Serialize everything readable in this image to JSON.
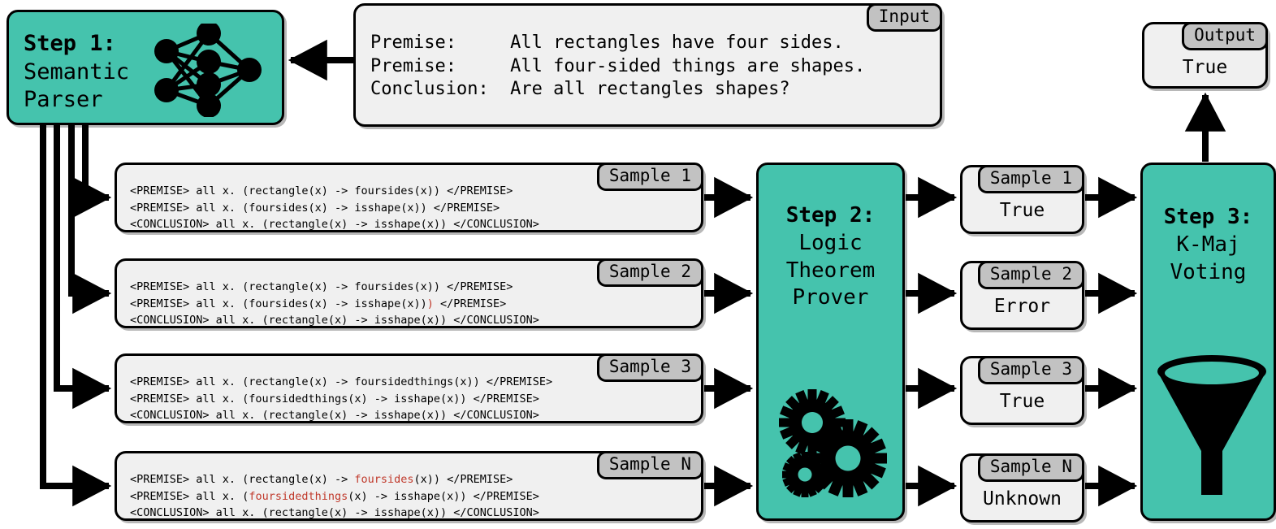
{
  "palette": {
    "teal": "#45c3ad",
    "tab_gray": "#c2c2c2",
    "box_light": "#f0f0f0",
    "stroke": "#000000",
    "error_red": "#c0392b"
  },
  "steps": {
    "step1": {
      "label_bold": "Step 1:",
      "label_rest": "Semantic\nParser",
      "icon": "neural-network-icon"
    },
    "step2": {
      "label_bold": "Step 2:",
      "label_rest": "Logic\nTheorem\nProver",
      "icon": "gears-icon"
    },
    "step3": {
      "label_bold": "Step 3:",
      "label_rest": "K-Maj\nVoting",
      "icon": "funnel-icon"
    }
  },
  "input": {
    "tab": "Input",
    "lines": "Premise:     All rectangles have four sides.\nPremise:     All four-sided things are shapes.\nConclusion:  Are all rectangles shapes?"
  },
  "output": {
    "tab": "Output",
    "value": "True"
  },
  "samples": [
    {
      "tab": "Sample 1",
      "line1_pre": "<PREMISE> all x. (rectangle(x) -> foursides(x)) </PREMISE>",
      "line1_err": "",
      "line1_post": "",
      "line2_pre": "<PREMISE> all x. (foursides(x) -> isshape(x)) </PREMISE>",
      "line2_err": "",
      "line2_post": "",
      "line3": "<CONCLUSION> all x. (rectangle(x) -> isshape(x)) </CONCLUSION>"
    },
    {
      "tab": "Sample 2",
      "line1_pre": "<PREMISE> all x. (rectangle(x) -> foursides(x)) </PREMISE>",
      "line1_err": "",
      "line1_post": "",
      "line2_pre": "<PREMISE> all x. (foursides(x) -> isshape(x))",
      "line2_err": ")",
      "line2_post": " </PREMISE>",
      "line3": "<CONCLUSION> all x. (rectangle(x) -> isshape(x)) </CONCLUSION>"
    },
    {
      "tab": "Sample 3",
      "line1_pre": "<PREMISE> all x. (rectangle(x) -> foursidedthings(x)) </PREMISE>",
      "line1_err": "",
      "line1_post": "",
      "line2_pre": "<PREMISE> all x. (foursidedthings(x) -> isshape(x)) </PREMISE>",
      "line2_err": "",
      "line2_post": "",
      "line3": "<CONCLUSION> all x. (rectangle(x) -> isshape(x)) </CONCLUSION>"
    },
    {
      "tab": "Sample N",
      "line1_pre": "<PREMISE> all x. (rectangle(x) -> ",
      "line1_err": "foursides",
      "line1_post": "(x)) </PREMISE>",
      "line2_pre": "<PREMISE> all x. (",
      "line2_err": "foursidedthings",
      "line2_post": "(x) -> isshape(x)) </PREMISE>",
      "line3": "<CONCLUSION> all x. (rectangle(x) -> isshape(x)) </CONCLUSION>"
    }
  ],
  "results": [
    {
      "tab": "Sample 1",
      "value": "True"
    },
    {
      "tab": "Sample 2",
      "value": "Error"
    },
    {
      "tab": "Sample 3",
      "value": "True"
    },
    {
      "tab": "Sample N",
      "value": "Unknown"
    }
  ]
}
